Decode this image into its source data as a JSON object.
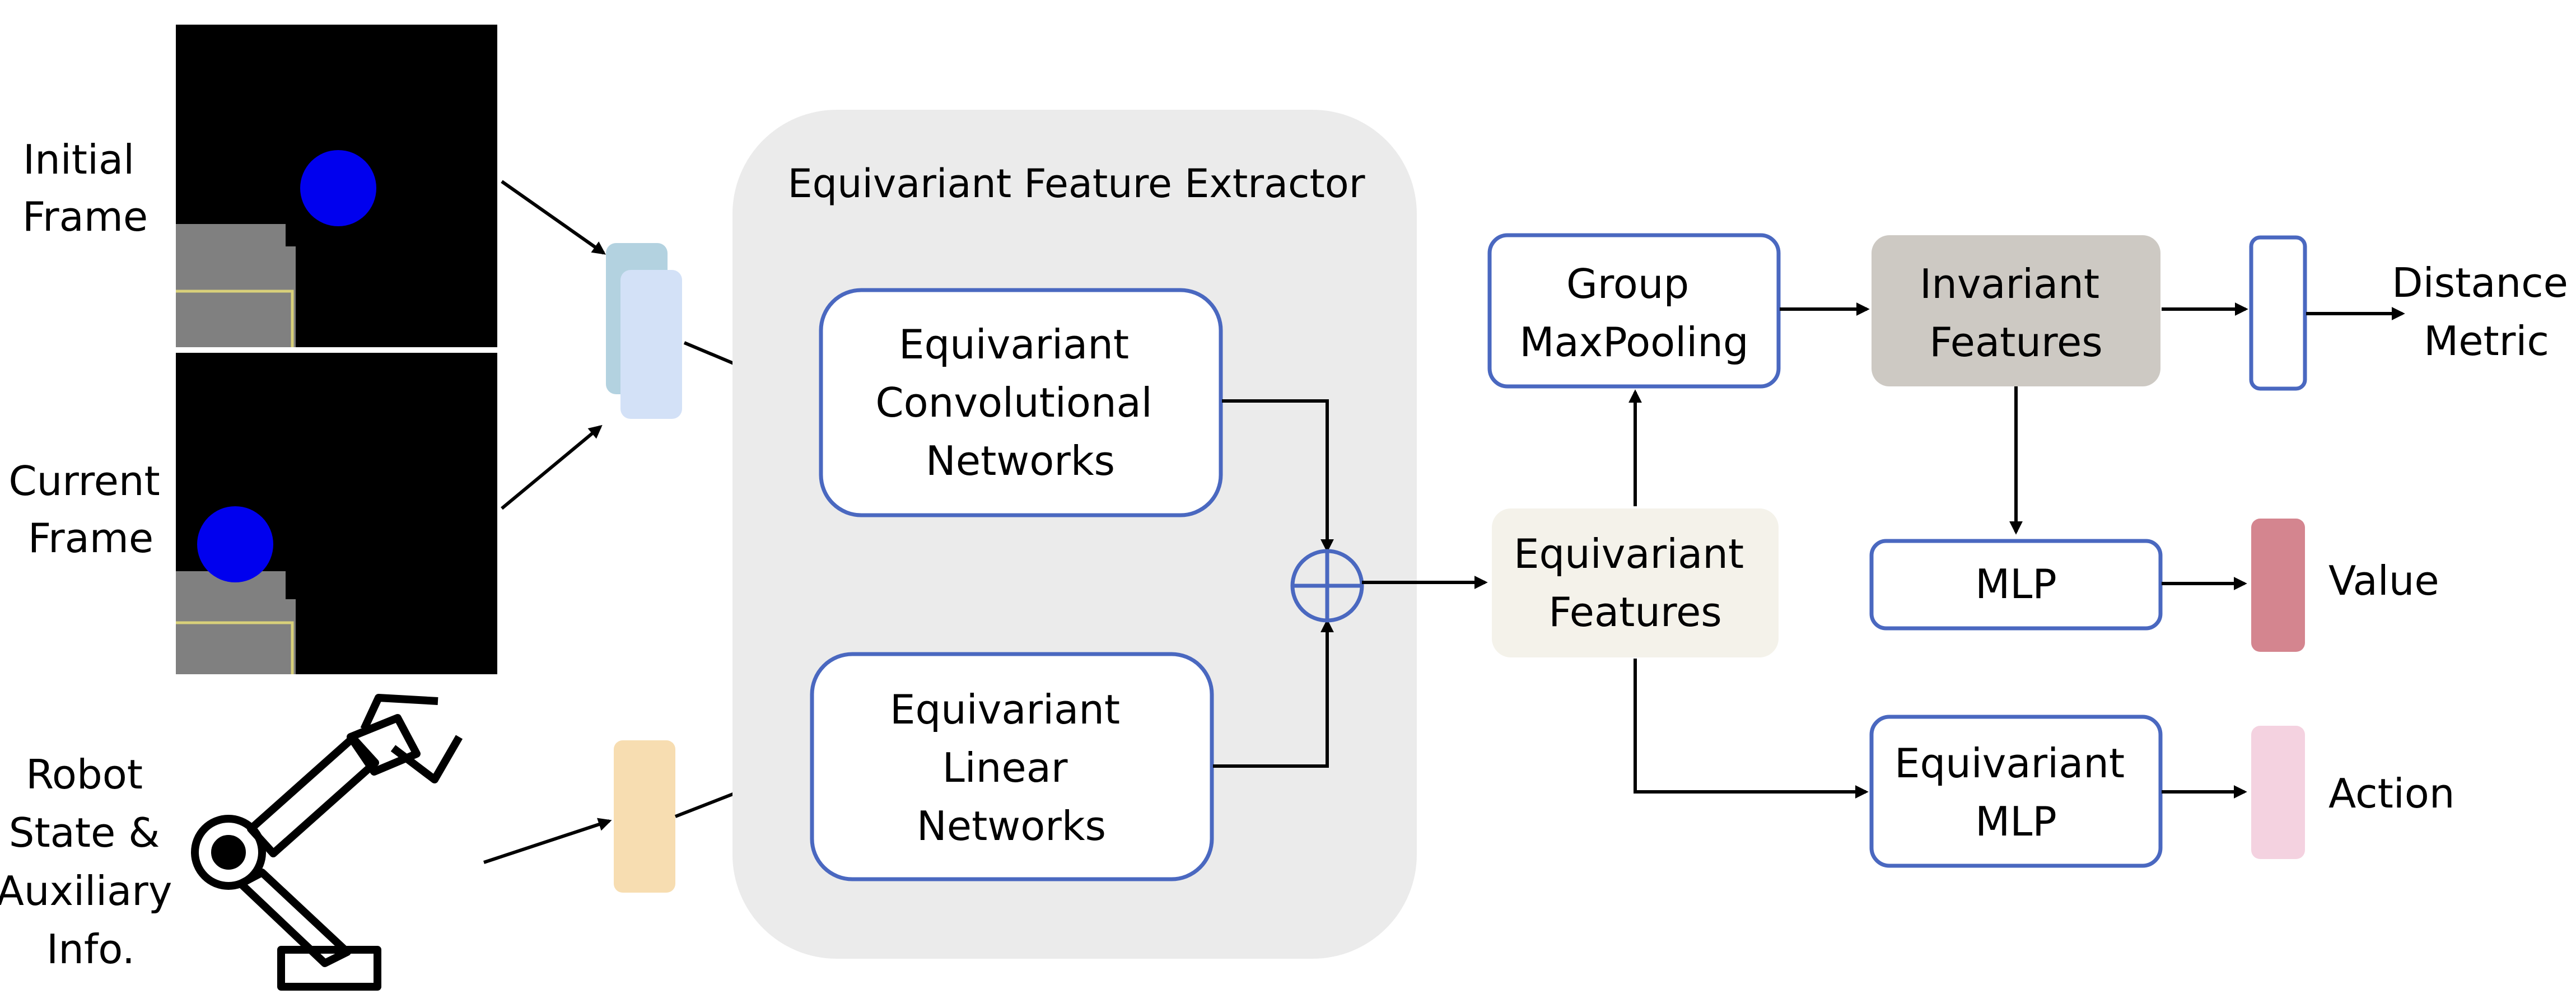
{
  "colors": {
    "box_stroke": "#4a68c0",
    "extractor_bg": "#ebebeb",
    "equivariant_features_bg": "#f4f2ea",
    "invariant_features_bg": "#cdc9c3",
    "value_bar": "#d4858f",
    "action_bar": "#f4d2e0",
    "robot_state_bar": "#f7ddb1",
    "frame_stack_back": "#b3d2e0",
    "frame_stack_front": "#d3e1f7",
    "frame_bg": "#000000",
    "ball": "#0000ee",
    "gripper": "#808080"
  },
  "inputs": {
    "initial_frame": [
      "Initial",
      "Frame"
    ],
    "current_frame": [
      "Current",
      "Frame"
    ],
    "robot_state": [
      "Robot",
      "State &",
      "Auxiliary",
      "Info."
    ]
  },
  "extractor": {
    "title": "Equivariant Feature Extractor",
    "conv_networks": [
      "Equivariant",
      "Convolutional",
      "Networks"
    ],
    "linear_networks": [
      "Equivariant",
      "Linear",
      "Networks"
    ]
  },
  "equivariant_features": [
    "Equivariant",
    "Features"
  ],
  "group_maxpooling": [
    "Group",
    "MaxPooling"
  ],
  "invariant_features": [
    "Invariant",
    "Features"
  ],
  "mlp": "MLP",
  "equivariant_mlp": [
    "Equivariant",
    "MLP"
  ],
  "outputs": {
    "distance_metric": [
      "Distance",
      "Metric"
    ],
    "value": "Value",
    "action": "Action"
  },
  "icons": {
    "sum": "circle-plus-icon",
    "robot": "robot-arm-icon"
  }
}
